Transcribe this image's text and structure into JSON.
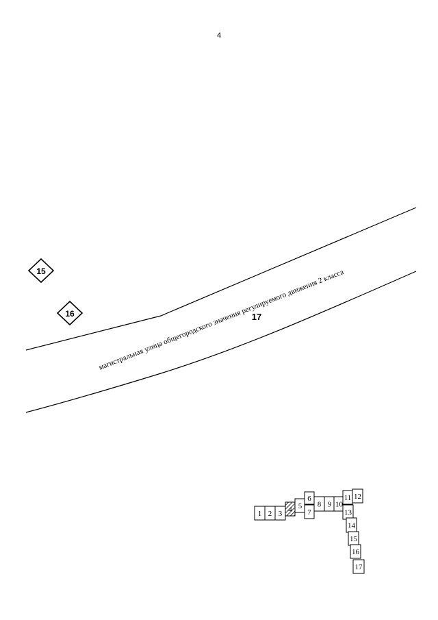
{
  "page": {
    "number": "4"
  },
  "map": {
    "road_label": "магистральная улица общегородского значения регулируемого движения 2 класса",
    "road_number": "17",
    "markers": [
      {
        "id": "15"
      },
      {
        "id": "16"
      }
    ]
  },
  "sheet_index": {
    "current_sheet": "4",
    "sheets": [
      "1",
      "2",
      "3",
      "4",
      "5",
      "6",
      "7",
      "8",
      "9",
      "10",
      "11",
      "12",
      "13",
      "14",
      "15",
      "16",
      "17"
    ]
  }
}
